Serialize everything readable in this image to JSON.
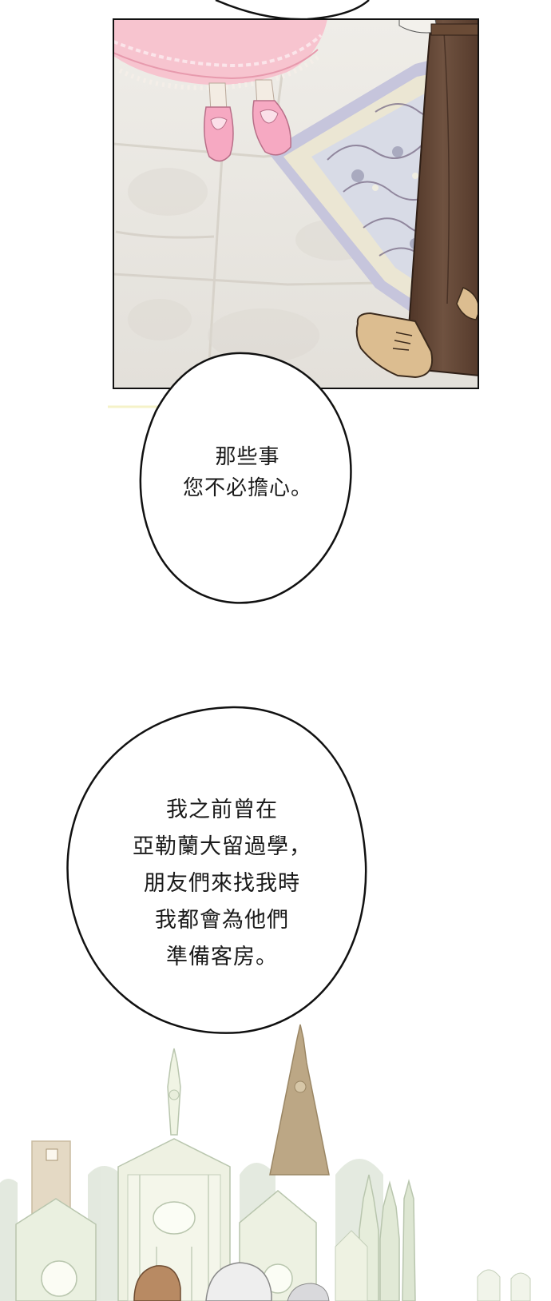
{
  "panels": [
    {
      "id": "floor-panel",
      "description_name": "pink-dress-and-brown-trousers-on-rug-panel"
    }
  ],
  "bubbles": [
    {
      "id": "bubble-1",
      "lines": [
        "那些事",
        "您不必擔心。"
      ]
    },
    {
      "id": "bubble-2",
      "lines": [
        "我之前曾在",
        "亞勒蘭大留過學，",
        "朋友們來找我時",
        "我都會為他們",
        "準備客房。"
      ]
    }
  ],
  "colors": {
    "floor": "#e8e5df",
    "floor_grout": "#d4cfc6",
    "rug_border": "#c9c8dc",
    "rug_field": "#e9e4d2",
    "dress": "#f6c1cd",
    "shoe": "#f5a3bf",
    "trousers": "#6b4d3a",
    "boot": "#d8b98d",
    "palace_stone": "#e7eddb",
    "palace_spire": "#b7a182"
  }
}
